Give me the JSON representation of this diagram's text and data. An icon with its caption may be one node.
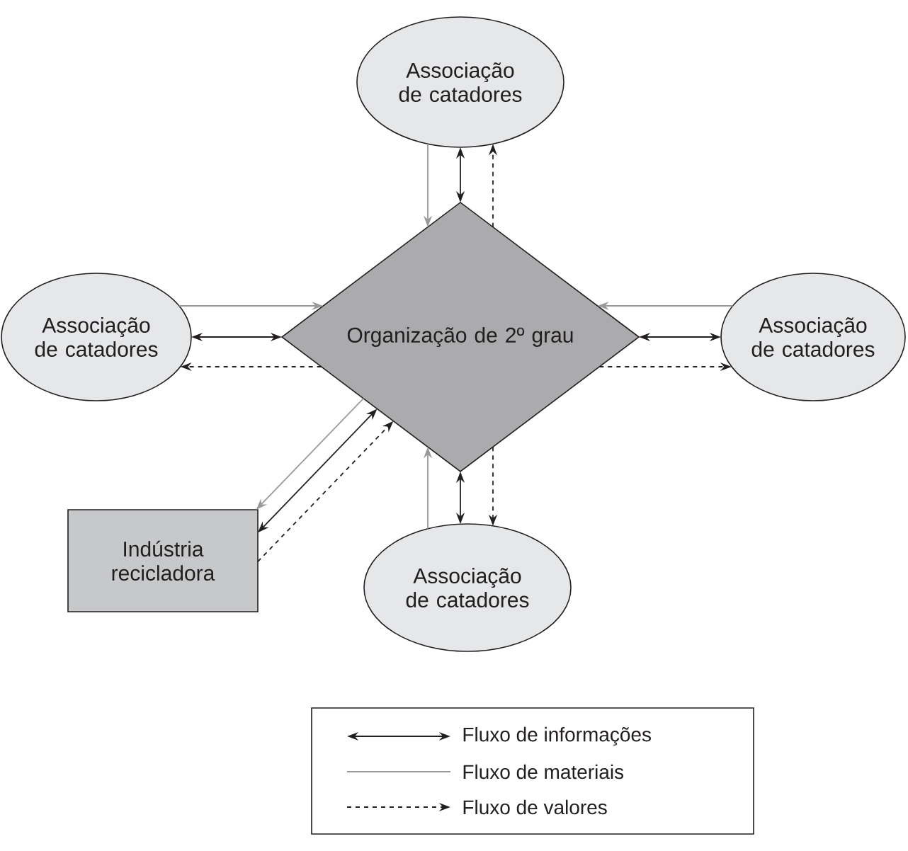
{
  "diagram": {
    "nodes": [
      {
        "text": [
          "Organização de 2º grau"
        ]
      },
      {
        "text": [
          "Associação de catadores"
        ]
      },
      {
        "text": [
          "Associação de catadores"
        ]
      },
      {
        "text": [
          "Associação de catadores"
        ]
      },
      {
        "text": [
          "Associação de catadores"
        ]
      },
      {
        "text": [
          "Indústria recicladora"
        ]
      }
    ],
    "edges": [
      {
        "from": 1,
        "to": 0,
        "arrow": "to",
        "color": "#999999"
      },
      {
        "from": 0,
        "to": 1,
        "arrow": "both"
      },
      {
        "from": 0,
        "to": 1,
        "arrow": "to",
        "style": "dashed"
      },
      {
        "from": 2,
        "to": 0,
        "arrow": "to",
        "color": "#999999"
      },
      {
        "from": 0,
        "to": 2,
        "arrow": "both"
      },
      {
        "from": 0,
        "to": 2,
        "arrow": "to",
        "style": "dashed"
      },
      {
        "from": 3,
        "to": 0,
        "arrow": "to",
        "color": "#999999"
      },
      {
        "from": 0,
        "to": 3,
        "arrow": "both"
      },
      {
        "from": 0,
        "to": 3,
        "arrow": "to",
        "style": "dashed"
      },
      {
        "from": 4,
        "to": 0,
        "arrow": "to",
        "color": "#999999"
      },
      {
        "from": 0,
        "to": 4,
        "arrow": "both"
      },
      {
        "from": 0,
        "to": 4,
        "arrow": "to",
        "style": "dashed"
      },
      {
        "from": 0,
        "to": 5,
        "arrow": "to",
        "color": "#999999"
      },
      {
        "from": 0,
        "to": 5,
        "arrow": "both"
      },
      {
        "from": 5,
        "to": 0,
        "arrow": "to",
        "style": "dashed"
      }
    ],
    "legend": [
      {
        "text": "Fluxo de informações"
      },
      {
        "text": "Fluxo de materiais"
      },
      {
        "text": "Fluxo de valores"
      }
    ]
  }
}
